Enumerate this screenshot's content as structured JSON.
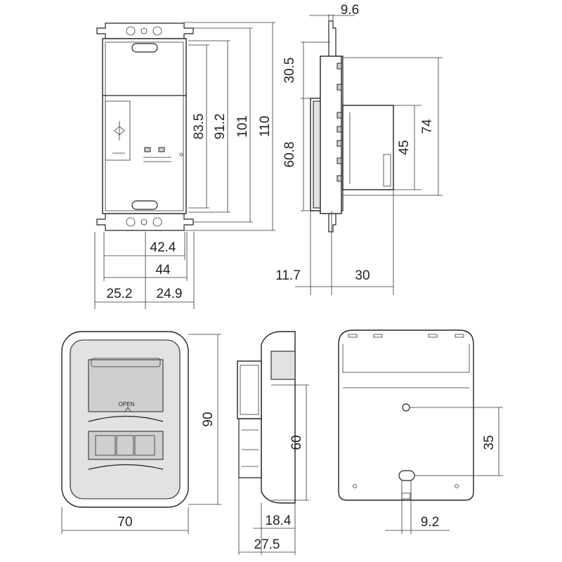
{
  "dims": {
    "front_h1": "83.5",
    "front_h2": "91.2",
    "front_h3": "101",
    "front_h4": "110",
    "front_w1": "42.4",
    "front_w2": "44",
    "front_w3": "25.2",
    "front_w4": "24.9",
    "side_top": "9.6",
    "side_upper": "30.5",
    "side_lower": "60.8",
    "side_box_h": "45",
    "side_box_h2": "74",
    "side_depth1": "11.7",
    "side_depth2": "30",
    "cover_h": "90",
    "cover_w": "70",
    "cover_side_h": "60",
    "cover_side_d1": "18.4",
    "cover_side_d2": "27.5",
    "back_h": "35",
    "back_w": "9.2"
  },
  "labels": {
    "open": "OPEN"
  },
  "colors": {
    "line": "#222222",
    "fill_grey": "#e2e2e2",
    "background": "#ffffff"
  }
}
